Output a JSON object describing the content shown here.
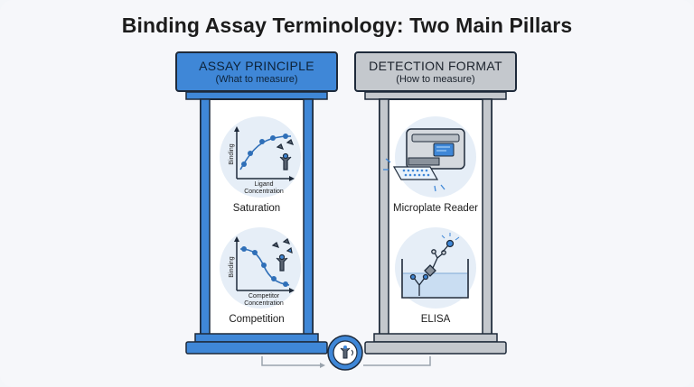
{
  "title": "Binding Assay Terminology: Two Main Pillars",
  "pillars": {
    "left": {
      "heading": "ASSAY PRINCIPLE",
      "subheading": "(What to measure)",
      "items": [
        {
          "label": "Saturation",
          "y_axis": "Binding",
          "x_axis_line1": "Ligand",
          "x_axis_line2": "Concentration"
        },
        {
          "label": "Competition",
          "y_axis": "Binding",
          "x_axis_line1": "Competitor",
          "x_axis_line2": "Concentration"
        }
      ]
    },
    "right": {
      "heading": "DETECTION FORMAT",
      "subheading": "(How to measure)",
      "items": [
        {
          "label": "Microplate Reader"
        },
        {
          "label": "ELISA"
        }
      ]
    }
  },
  "colors": {
    "accent_blue": "#3f87d7",
    "pillar_gray": "#c4c8cd",
    "outline": "#1e2a3a"
  }
}
